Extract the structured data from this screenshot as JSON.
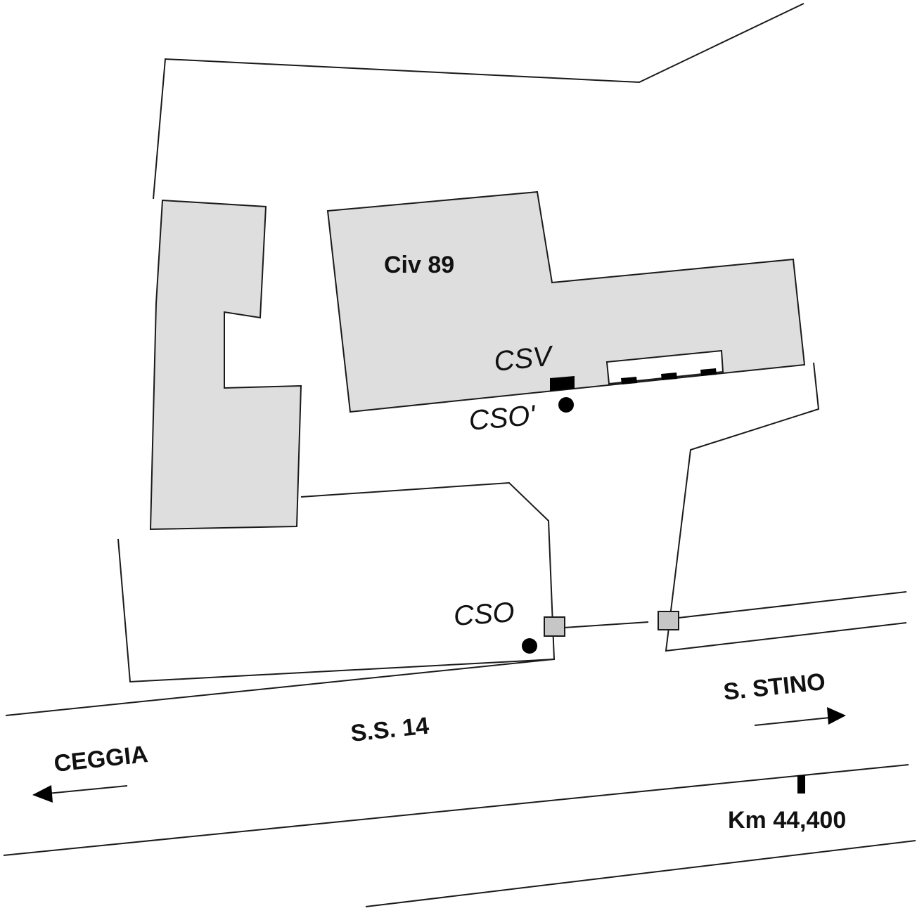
{
  "labels": {
    "building": "Civ 89",
    "csv": "CSV",
    "cso_prime": "CSO'",
    "cso": "CSO",
    "road": "S.S. 14",
    "towards_left": "CEGGIA",
    "towards_right": "S. STINO",
    "kilometer": "Km 44,400"
  },
  "colors": {
    "building_fill": "#dedede",
    "gate_fill": "#c6c6c6",
    "line": "#1a1a1a"
  },
  "icons": {
    "direction_left": "arrow-left-icon",
    "direction_right": "arrow-right-icon",
    "sampling_point": "filled-circle-icon",
    "gate": "square-gate-icon",
    "km_marker": "bar-marker-icon"
  }
}
